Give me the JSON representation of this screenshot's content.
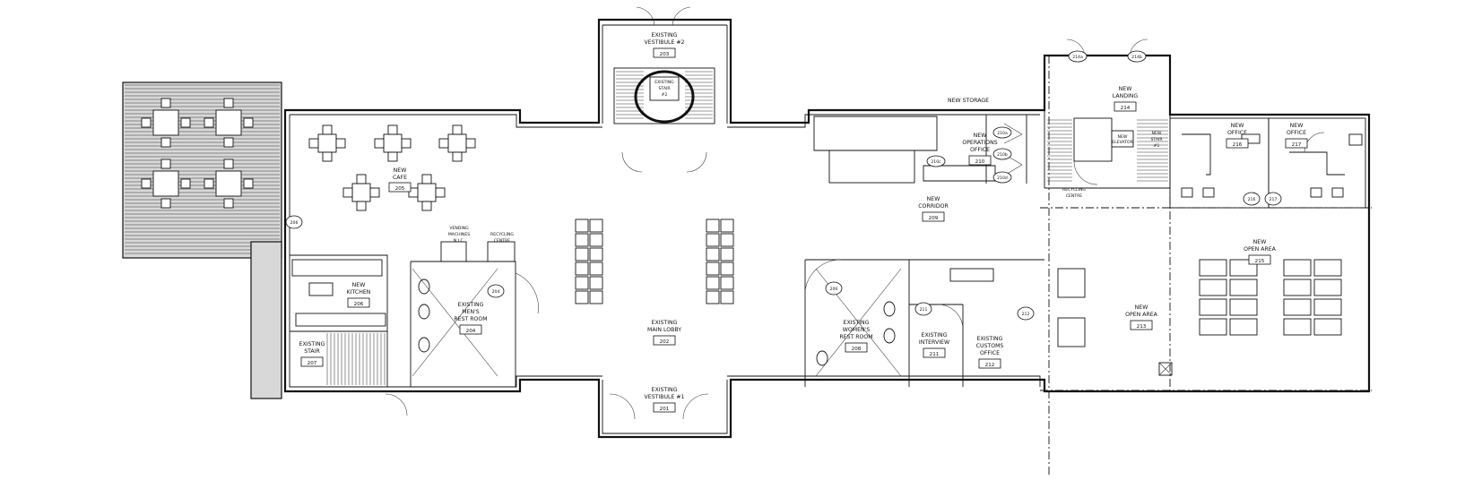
{
  "rooms": {
    "vestibule_2": {
      "lines": [
        "EXISTING",
        "VESTIBULE #2"
      ],
      "number": "203"
    },
    "stair_2": {
      "lines": [
        "EXISTING",
        "STAIR",
        "#2"
      ]
    },
    "cafe": {
      "lines": [
        "NEW",
        "CAFE"
      ],
      "number": "205"
    },
    "storage": {
      "lines": [
        "NEW STORAGE"
      ]
    },
    "operations": {
      "lines": [
        "NEW",
        "OPERATIONS",
        "OFFICE"
      ],
      "number": "210"
    },
    "landing": {
      "lines": [
        "NEW",
        "LANDING"
      ],
      "number": "214"
    },
    "stair_1": {
      "lines": [
        "NEW",
        "STAIR",
        "#1"
      ]
    },
    "elevator": {
      "lines": [
        "NEW",
        "ELEVATOR"
      ]
    },
    "office_216": {
      "lines": [
        "NEW",
        "OFFICE"
      ],
      "number": "216"
    },
    "office_217": {
      "lines": [
        "NEW",
        "OFFICE"
      ],
      "number": "217"
    },
    "corridor": {
      "lines": [
        "NEW",
        "CORRIDOR"
      ],
      "number": "209"
    },
    "recycling_right": {
      "lines": [
        "RECYCLING",
        "CENTRE"
      ]
    },
    "vending": {
      "lines": [
        "VENDING",
        "MACHINES",
        "N.I.C."
      ]
    },
    "recycling_left": {
      "lines": [
        "RECYCLING",
        "CENTRE"
      ]
    },
    "kitchen": {
      "lines": [
        "NEW",
        "KITCHEN"
      ],
      "number": "206"
    },
    "mens": {
      "lines": [
        "EXISTING",
        "MEN'S",
        "REST ROOM"
      ],
      "number": "204"
    },
    "stair_207": {
      "lines": [
        "EXISTING",
        "STAIR"
      ],
      "number": "207"
    },
    "lobby": {
      "lines": [
        "EXISTING",
        "MAIN LOBBY"
      ],
      "number": "202"
    },
    "vestibule_1": {
      "lines": [
        "EXISTING",
        "VESTIBULE #1"
      ],
      "number": "201"
    },
    "womens": {
      "lines": [
        "EXISTING",
        "WOMEN'S",
        "REST ROOM"
      ],
      "number": "208"
    },
    "interview": {
      "lines": [
        "EXISTING",
        "INTERVIEW"
      ],
      "number": "211"
    },
    "customs": {
      "lines": [
        "EXISTING",
        "CUSTOMS",
        "OFFICE"
      ],
      "number": "212"
    },
    "open_area_215": {
      "lines": [
        "NEW",
        "OPEN AREA"
      ],
      "number": "215"
    },
    "open_area_213": {
      "lines": [
        "NEW",
        "OPEN AREA"
      ],
      "number": "213"
    }
  },
  "door_tags": [
    "214a",
    "214b",
    "210a",
    "210b",
    "210c",
    "210d",
    "216",
    "217",
    "204",
    "206",
    "211",
    "212",
    "206"
  ],
  "colors": {
    "line": "#111111",
    "deck": "#d8d8d8",
    "background": "#ffffff"
  }
}
